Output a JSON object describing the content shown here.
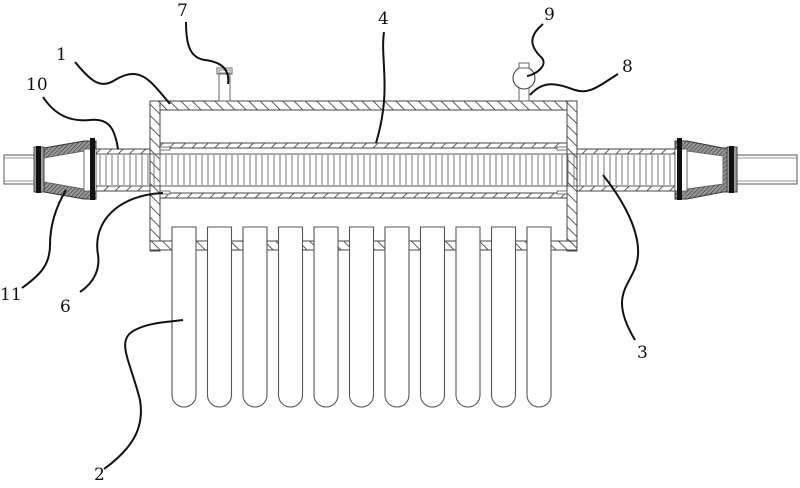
{
  "figure": {
    "type": "patent-style cross-section drawing",
    "description": "Heat exchanger / solar collector assembly: housing with inner sleeve, central finned pipe, row of evacuated-tube style glass tubes below, fittings on top, and tapered reducer couplings at both pipe ends"
  },
  "labels": [
    {
      "id": "1",
      "text": "1",
      "part": "housing"
    },
    {
      "id": "2",
      "text": "2",
      "part": "vacuum-tube"
    },
    {
      "id": "3",
      "text": "3",
      "part": "central-pipe"
    },
    {
      "id": "4",
      "text": "4",
      "part": "inner-sleeve"
    },
    {
      "id": "6",
      "text": "6",
      "part": "sleeve-support"
    },
    {
      "id": "7",
      "text": "7",
      "part": "top-inlet-fitting"
    },
    {
      "id": "8",
      "text": "8",
      "part": "valve-stem"
    },
    {
      "id": "9",
      "text": "9",
      "part": "pressure-gauge"
    },
    {
      "id": "10",
      "text": "10",
      "part": "pipe-wall"
    },
    {
      "id": "11",
      "text": "11",
      "part": "reducer-coupling"
    }
  ],
  "tubes": {
    "count": 11
  },
  "colors": {
    "line": "#111111",
    "hatch": "#444444",
    "background": "#ffffff"
  }
}
